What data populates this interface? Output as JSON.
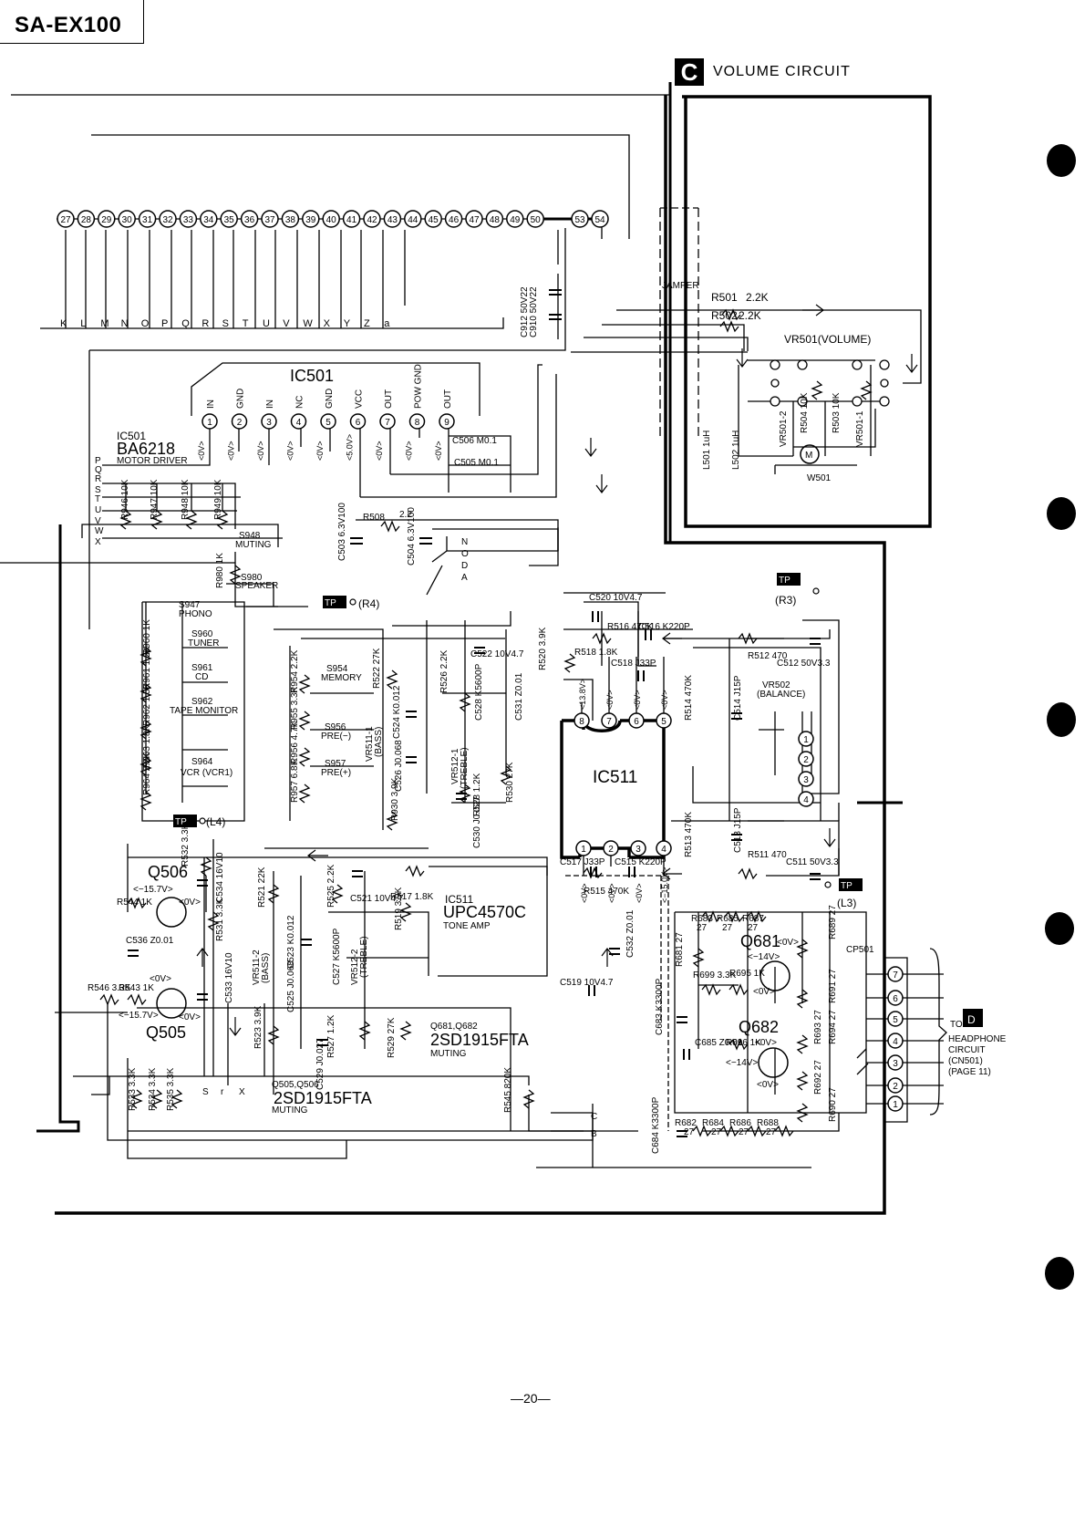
{
  "header": {
    "model": "SA-EX100",
    "section_letter": "C",
    "section_title": "VOLUME CIRCUIT"
  },
  "connector_pins": [
    "27",
    "28",
    "29",
    "30",
    "31",
    "32",
    "33",
    "34",
    "35",
    "36",
    "37",
    "38",
    "39",
    "40",
    "41",
    "42",
    "43",
    "44",
    "45",
    "46",
    "47",
    "48",
    "49",
    "50",
    "53",
    "54"
  ],
  "bus_letters": [
    "K",
    "L",
    "M",
    "N",
    "O",
    "P",
    "Q",
    "R",
    "S",
    "T",
    "U",
    "V",
    "W",
    "X",
    "Y",
    "Z",
    "a"
  ],
  "c510": {
    "ref": "C910",
    "value": "50V22"
  },
  "c512": {
    "ref": "C912",
    "value": "50V22"
  },
  "ic501": {
    "ref": "IC501",
    "pins": [
      "1",
      "2",
      "3",
      "4",
      "5",
      "6",
      "7",
      "8",
      "9"
    ],
    "pin_names": [
      "IN",
      "GND",
      "IN",
      "NC",
      "GND",
      "VCC",
      "OUT",
      "POW GND",
      "OUT"
    ],
    "pin_volts": [
      "<0V>",
      "<0V>",
      "<0V>",
      "<0V>",
      "<0V>",
      "<5.0V>",
      "<0V>",
      "<0V>",
      "<0V>"
    ],
    "desc_ref": "IC501",
    "desc_part": "BA6218",
    "desc_func": "MOTOR DRIVER"
  },
  "c506": "C506 M0.1",
  "c505": "C505 M0.1",
  "r508": {
    "ref": "R508",
    "value": "2.2"
  },
  "c503": {
    "ref": "C503",
    "value": "6.3V100"
  },
  "c504": {
    "ref": "C504",
    "value": "6.3V100"
  },
  "jumper": "JAMPER",
  "r501": {
    "ref": "R501",
    "value": "2.2K"
  },
  "r502": {
    "ref": "R502",
    "value": "2.2K"
  },
  "vr501": "VR501(VOLUME)",
  "vr501_2": "VR501-2",
  "vr501_1": "VR501-1",
  "r504": "R504 10K",
  "r503": "R503 10K",
  "l501": "L501 1uH",
  "l502": "L502 1uH",
  "m_label": "M",
  "w501": "W501",
  "bus_left": [
    "P",
    "Q",
    "R",
    "S",
    "T",
    "U",
    "V",
    "W",
    "X"
  ],
  "r946": "R946 10K",
  "r947": "R947 10K",
  "r948": "R948 10K",
  "r949": "R949 10K",
  "s948": "S948",
  "s948_f": "MUTING",
  "r980": "R980 1K",
  "s980": "S980",
  "s980_f": "SPEAKER",
  "bus_right": [
    "N",
    "O",
    "D",
    "A"
  ],
  "tp_label": "TP",
  "tp_r4": "(R4)",
  "tp_r3": "(R3)",
  "tp_l4": "(L4)",
  "tp_l3": "(L3)",
  "switches": [
    {
      "ref": "S947",
      "func": "PHONO"
    },
    {
      "ref": "S960",
      "func": "TUNER"
    },
    {
      "ref": "S961",
      "func": "CD"
    },
    {
      "ref": "S962",
      "func": "TAPE MONITOR"
    },
    {
      "ref": "S964",
      "func": "VCR (VCR1)"
    }
  ],
  "r960": "R960 1K",
  "r961": "R961 1.2K",
  "r962": "R962 1.5K",
  "r963": "R963 1.8K",
  "r964": "R964 2.2K",
  "r954": "R954 2.2K",
  "r955": "R955 3.3K",
  "r956": "R956 4.7K",
  "r957": "R957 6.8K",
  "s954": "S954",
  "s954_f": "MEMORY",
  "s956": "S956",
  "s956_f": "PRE(−)",
  "s957": "S957",
  "s957_f": "PRE(+)",
  "r522": "R522 27K",
  "vr511_1": "VR511-1",
  "vr511_1_f": "(BASS)",
  "c524": "C524 K0.012",
  "c526": "C526 J0.068",
  "r930": "R930 3.9K",
  "c522": "C522 10V4.7",
  "r526": "R526 2.2K",
  "c528": "C528 K5600P",
  "vr512_1": "VR512-1",
  "vr512_1_f": "(TREBLE)",
  "r528": "R528 1.2K",
  "c530": "C530 J0.027",
  "r520": "R520 3.9K",
  "r518": "R518 1.8K",
  "c531": "C531 Z0.01",
  "r530": "R530 27K",
  "c520": "C520 10V4.7",
  "r516": "R516 470K",
  "c516": "C516 K220P",
  "c518": "C518 J33P",
  "ic511": {
    "ref": "IC511",
    "top_pins": [
      "8",
      "7",
      "6",
      "5"
    ],
    "top_volts": [
      "<13.8V>",
      "<0V>",
      "<0V>",
      "<0V>"
    ],
    "bot_pins": [
      "1",
      "2",
      "3",
      "4"
    ],
    "bot_volts": [
      "<0V>",
      "<0V>",
      "<0V>",
      "<−15.0V>"
    ],
    "desc_ref": "IC511",
    "desc_part": "UPC4570C",
    "desc_func": "TONE AMP"
  },
  "c517": "C517 J33P",
  "r515": "R515 470K",
  "c515": "C515 K220P",
  "r512": "R512 470",
  "c512b": "C512 50V3.3",
  "r514": "R514 470K",
  "c514": "C514 J15P",
  "vr502": "VR502",
  "vr502_f": "(BALANCE)",
  "vr502_pins": [
    "1",
    "2",
    "3",
    "4"
  ],
  "r513": "R513 470K",
  "c513": "C513 J15P",
  "r511": "R511 470",
  "c511": "C511 50V3.3",
  "q506": "Q506",
  "q506_v1": "<−15.7V>",
  "q506_v2": "<0V>",
  "r544": "R544 1K",
  "c536": "C536 Z0.01",
  "q505": "Q505",
  "q505_v1": "<0V>",
  "q505_v2": "<−15.7V>",
  "q505_v3": "<0V>",
  "r546": "R546 3.3K",
  "r543": "R543 1K",
  "r532": "R532 3.3K",
  "c534": "C534 16V10",
  "r531": "R531 3.3K",
  "c533": "C533 16V10",
  "r521": "R521 22K",
  "vr511_2": "VR511-2",
  "vr511_2_f": "(BASS)",
  "c523": "C523 K0.012",
  "c525": "C525 J0.068",
  "r523": "R523 3.9K",
  "r525": "R525 2.2K",
  "c521": "C521 10V4.7",
  "r517": "R517 1.8K",
  "r519": "R519 3.9K",
  "c527": "C527 K5600P",
  "vr512_2": "VR512-2",
  "vr512_2_f": "(TREBLE)",
  "r527": "R527 1.2K",
  "c529": "C529 J0.027",
  "r529": "R529 27K",
  "q681_682": "Q681,Q682",
  "q681_part": "2SD1915FTA",
  "q681_func": "MUTING",
  "q505_506": "Q505,Q506",
  "q505_part": "2SD1915FTA",
  "q505_func": "MUTING",
  "r533": "R533 3.3K",
  "r534": "R534 3.3K",
  "r535": "R535 3.3K",
  "r545": "R545 820K",
  "s_r_x": [
    "S",
    "r",
    "X"
  ],
  "c532": "C532 Z0.01",
  "c519": "C519 10V4.7",
  "c683": "C683 K3300P",
  "c684": "C684 K3300P",
  "bc": [
    "C",
    "B"
  ],
  "r683": "R683",
  "r685": "R685",
  "r687": "R687",
  "r68x_val": "27",
  "q681": "Q681",
  "q681_v": "<0V>",
  "q681_v2": "<−14V>",
  "r681": "R681 27",
  "r689": "R689 27",
  "r699": "R699 3.3K",
  "r695": "R695 1K",
  "r695_v": "<0V>",
  "r691": "R691 27",
  "q682": "Q682",
  "c685": "C685 Z0.01",
  "r696": "R696 1K",
  "q682_v1": "<0V>",
  "q682_v2": "<−14V>",
  "q682_v3": "<0V>",
  "r693": "R693 27",
  "r694": "R694 27",
  "r692": "R692 27",
  "r690": "R690 27",
  "r68_bot": [
    "R682",
    "R684",
    "R686",
    "R688"
  ],
  "cp501": "CP501",
  "cp501_pins": [
    "7",
    "6",
    "5",
    "4",
    "3",
    "2",
    "1"
  ],
  "to_label": "TO",
  "to_letter": "D",
  "to_desc": [
    "HEADPHONE",
    "CIRCUIT",
    "(CN501)",
    "(PAGE 11)"
  ],
  "page_number": "—20—"
}
